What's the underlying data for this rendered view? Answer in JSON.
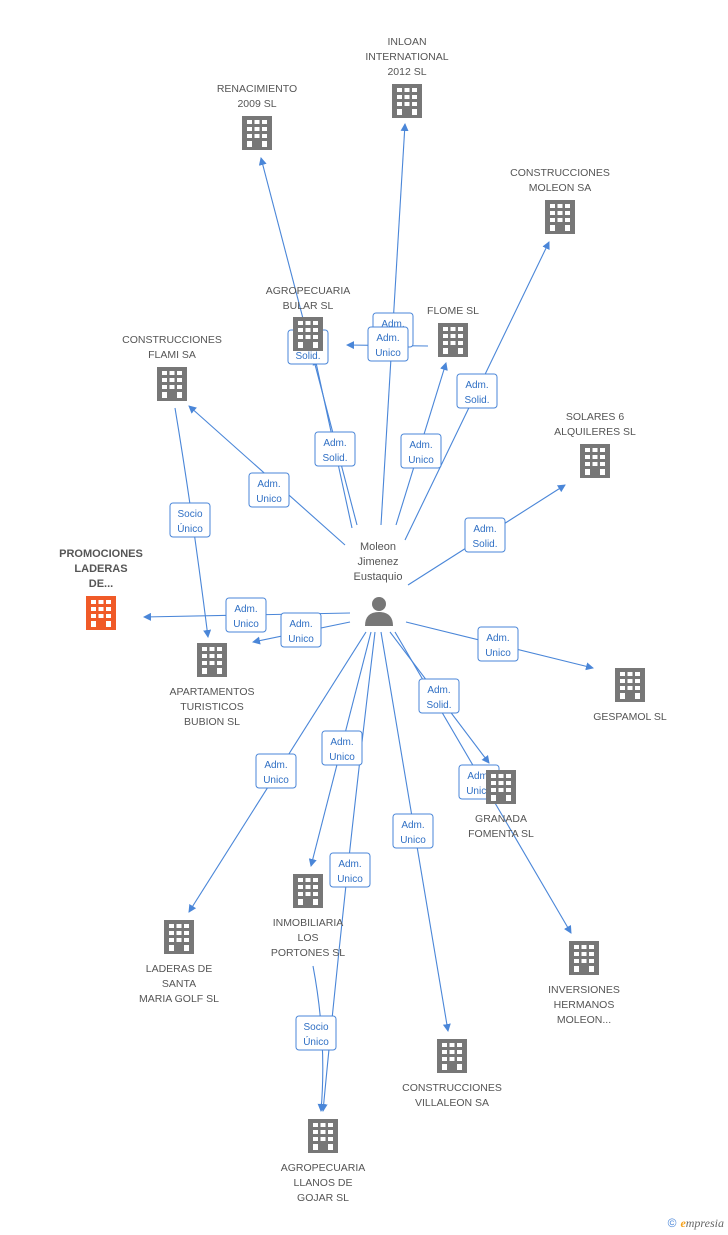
{
  "colors": {
    "edge": "#4a86d8",
    "building": "#777777",
    "highlight": "#f05a28",
    "person": "#777777"
  },
  "person": {
    "id": "P",
    "lines": [
      "Moleon",
      "Jimenez",
      "Eustaquio"
    ]
  },
  "companies": [
    {
      "id": "renacimiento",
      "lines": [
        "RENACIMIENTO",
        "2009 SL"
      ],
      "highlight": false
    },
    {
      "id": "inloan",
      "lines": [
        "INLOAN",
        "INTERNATIONAL",
        "2012 SL"
      ],
      "highlight": false
    },
    {
      "id": "construcciones_moleon",
      "lines": [
        "CONSTRUCCIONES",
        "MOLEON SA"
      ],
      "highlight": false
    },
    {
      "id": "agropecuaria_bular",
      "lines": [
        "AGROPECUARIA",
        "BULAR SL"
      ],
      "highlight": false
    },
    {
      "id": "flome",
      "lines": [
        "FLOME SL"
      ],
      "highlight": false
    },
    {
      "id": "construcciones_flami",
      "lines": [
        "CONSTRUCCIONES",
        "FLAMI SA"
      ],
      "highlight": false
    },
    {
      "id": "solares6",
      "lines": [
        "SOLARES 6",
        "ALQUILERES SL"
      ],
      "highlight": false
    },
    {
      "id": "promociones_laderas",
      "lines": [
        "PROMOCIONES",
        "LADERAS",
        "DE..."
      ],
      "highlight": true
    },
    {
      "id": "apartamentos",
      "lines": [
        "APARTAMENTOS",
        "TURISTICOS",
        "BUBION SL"
      ],
      "highlight": false
    },
    {
      "id": "gespamol",
      "lines": [
        "GESPAMOL SL"
      ],
      "highlight": false
    },
    {
      "id": "granada_fomenta",
      "lines": [
        "GRANADA",
        "FOMENTA SL"
      ],
      "highlight": false
    },
    {
      "id": "inmobiliaria_portones",
      "lines": [
        "INMOBILIARIA",
        "LOS",
        "PORTONES SL"
      ],
      "highlight": false
    },
    {
      "id": "laderas_santa_maria",
      "lines": [
        "LADERAS DE",
        "SANTA",
        "MARIA GOLF SL"
      ],
      "highlight": false
    },
    {
      "id": "inversiones_hermanos",
      "lines": [
        "INVERSIONES",
        "HERMANOS",
        "MOLEON..."
      ],
      "highlight": false
    },
    {
      "id": "construcciones_villaleon",
      "lines": [
        "CONSTRUCCIONES",
        "VILLALEON SA"
      ],
      "highlight": false
    },
    {
      "id": "agropecuaria_llanos",
      "lines": [
        "AGROPECUARIA",
        "LLANOS DE",
        "GOJAR SL"
      ],
      "highlight": false
    }
  ],
  "relations": [
    {
      "from": "P",
      "to": "renacimiento",
      "lines": [
        "Adm.",
        "Solid."
      ]
    },
    {
      "from": "P",
      "to": "inloan",
      "lines": [
        "Adm.",
        "Solid."
      ]
    },
    {
      "from": "P",
      "to": "construcciones_moleon",
      "lines": [
        "Adm.",
        "Solid."
      ]
    },
    {
      "from": "P",
      "to": "agropecuaria_bular",
      "lines": [
        "Adm.",
        "Solid."
      ]
    },
    {
      "from": "flome",
      "to": "agropecuaria_bular",
      "lines": [
        "Adm.",
        "Unico"
      ]
    },
    {
      "from": "P",
      "to": "flome",
      "lines": [
        "Adm.",
        "Unico"
      ]
    },
    {
      "from": "P",
      "to": "construcciones_flami",
      "lines": [
        "Adm.",
        "Unico"
      ]
    },
    {
      "from": "P",
      "to": "solares6",
      "lines": [
        "Adm.",
        "Solid."
      ]
    },
    {
      "from": "construcciones_flami",
      "to": "apartamentos",
      "lines": [
        "Socio",
        "Único"
      ]
    },
    {
      "from": "P",
      "to": "promociones_laderas",
      "lines": [
        "Adm.",
        "Unico"
      ]
    },
    {
      "from": "P",
      "to": "apartamentos",
      "lines": [
        "Adm.",
        "Unico"
      ]
    },
    {
      "from": "P",
      "to": "gespamol",
      "lines": [
        "Adm.",
        "Unico"
      ]
    },
    {
      "from": "P",
      "to": "granada_fomenta",
      "lines": [
        "Adm.",
        "Solid."
      ]
    },
    {
      "from": "P",
      "to": "inversiones_hermanos",
      "lines": [
        "Adm.",
        "Unico"
      ]
    },
    {
      "from": "P",
      "to": "laderas_santa_maria",
      "lines": [
        "Adm.",
        "Unico"
      ]
    },
    {
      "from": "P",
      "to": "inmobiliaria_portones",
      "lines": [
        "Adm.",
        "Unico"
      ]
    },
    {
      "from": "P",
      "to": "agropecuaria_llanos",
      "lines": [
        "Adm.",
        "Unico"
      ]
    },
    {
      "from": "P",
      "to": "construcciones_villaleon",
      "lines": [
        "Adm.",
        "Unico"
      ]
    },
    {
      "from": "inmobiliaria_portones",
      "to": "agropecuaria_llanos",
      "lines": [
        "Socio",
        "Único"
      ]
    }
  ],
  "footer": {
    "copyright": "©",
    "brand_initial": "e",
    "brand_rest": "mpresia"
  }
}
